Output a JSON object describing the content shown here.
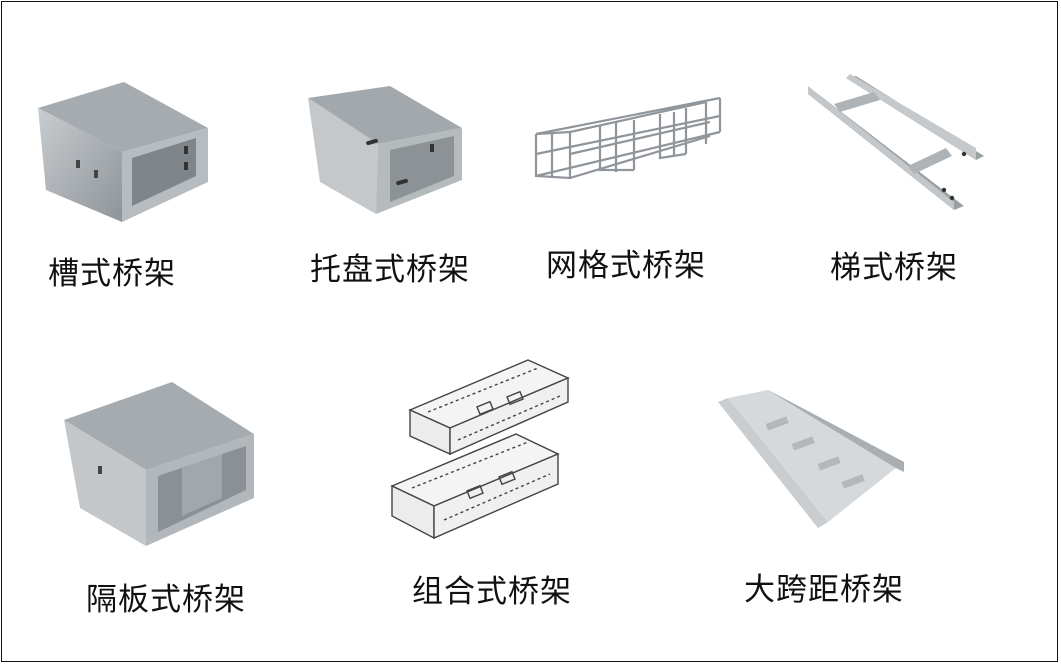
{
  "products": [
    {
      "label": "槽式桥架",
      "icon": "trough-cable-tray-image"
    },
    {
      "label": "托盘式桥架",
      "icon": "tray-cable-tray-image"
    },
    {
      "label": "网格式桥架",
      "icon": "wire-mesh-cable-tray-image"
    },
    {
      "label": "梯式桥架",
      "icon": "ladder-cable-tray-image"
    },
    {
      "label": "隔板式桥架",
      "icon": "partition-cable-tray-image"
    },
    {
      "label": "组合式桥架",
      "icon": "combination-cable-tray-image"
    },
    {
      "label": "大跨距桥架",
      "icon": "large-span-cable-tray-image"
    }
  ]
}
